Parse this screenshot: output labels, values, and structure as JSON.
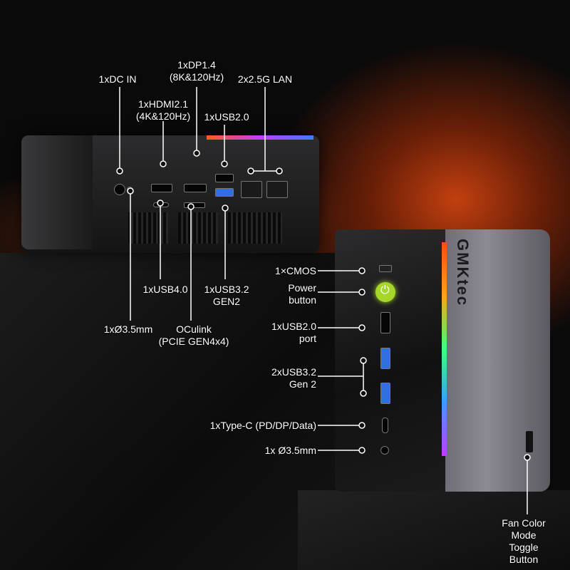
{
  "brand_logo": "GMKtec",
  "back_labels": {
    "dc_in": "1xDC IN",
    "dp_line1": "1xDP1.4",
    "dp_line2": "(8K&120Hz)",
    "lan": "2x2.5G LAN",
    "hdmi_line1": "1xHDMI2.1",
    "hdmi_line2": "(4K&120Hz)",
    "usb20": "1xUSB2.0",
    "usb40": "1xUSB4.0",
    "usb32_line1": "1xUSB3.2",
    "usb32_line2": "GEN2",
    "audio": "1xØ3.5mm",
    "oculink_line1": "OCulink",
    "oculink_line2": "(PCIE GEN4x4)"
  },
  "front_labels": {
    "cmos": "1×CMOS",
    "power_line1": "Power",
    "power_line2": "button",
    "usb20_line1": "1xUSB2.0",
    "usb20_line2": "port",
    "usb32_line1": "2xUSB3.2",
    "usb32_line2": "Gen 2",
    "typec": "1xType-C (PD/DP/Data)",
    "audio": "1x Ø3.5mm",
    "fan_line1": "Fan Color Mode",
    "fan_line2": "Toggle Button"
  },
  "colors": {
    "power_button": "#a6d62a",
    "usb3_port": "#2f6fe0",
    "glow": "#c2400f"
  }
}
